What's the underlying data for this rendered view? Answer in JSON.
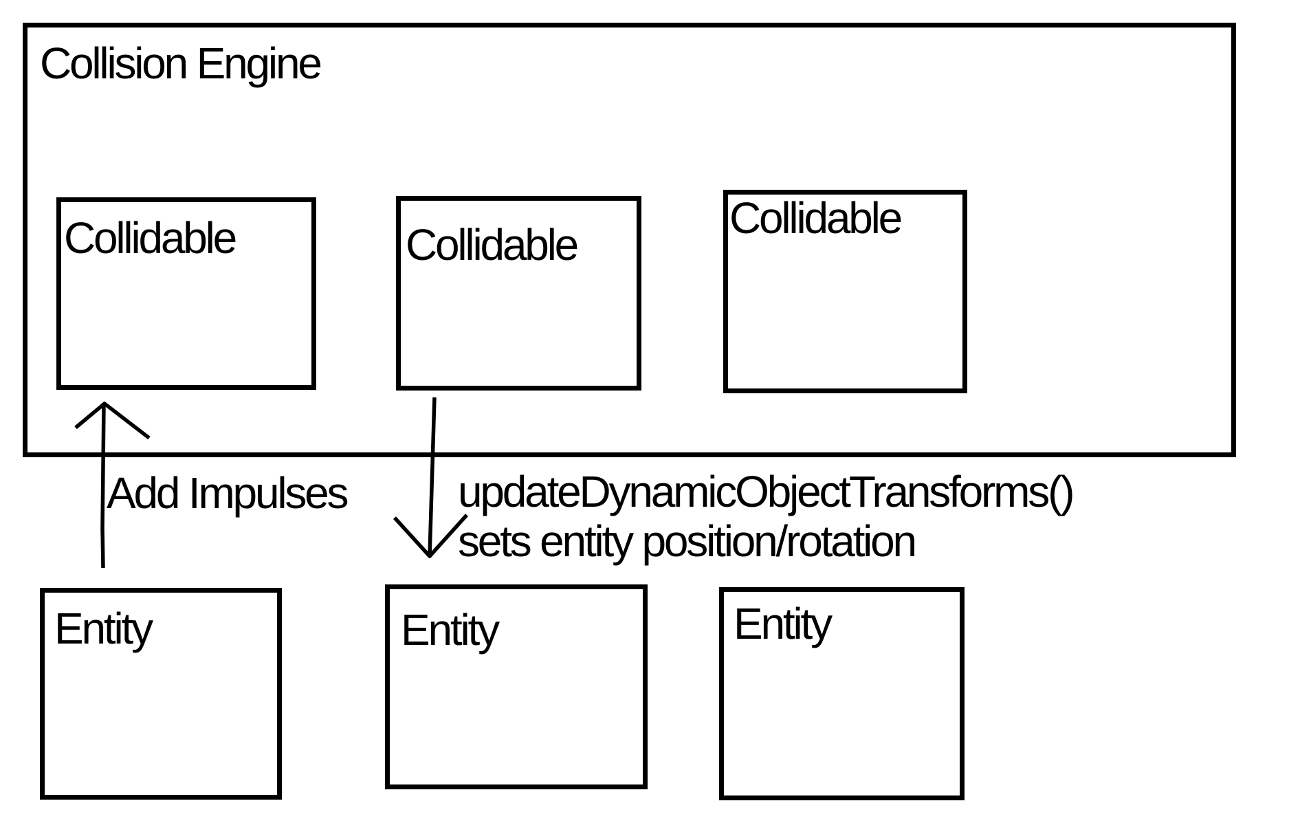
{
  "canvas": {
    "background": "#ffffff",
    "stroke_color": "#000000"
  },
  "engine": {
    "title": "Collision Engine",
    "collidables": [
      {
        "label": "Collidable"
      },
      {
        "label": "Collidable"
      },
      {
        "label": "Collidable"
      }
    ]
  },
  "entities": [
    {
      "label": "Entity"
    },
    {
      "label": "Entity"
    },
    {
      "label": "Entity"
    }
  ],
  "arrows": {
    "add_impulses": {
      "label": "Add Impulses",
      "direction": "up",
      "from": "entity-1",
      "to": "collidable-1"
    },
    "update_transforms": {
      "label_line1": "updateDynamicObjectTransforms()",
      "label_line2": "sets entity position/rotation",
      "direction": "down",
      "from": "collidable-2",
      "to": "entity-2"
    }
  }
}
